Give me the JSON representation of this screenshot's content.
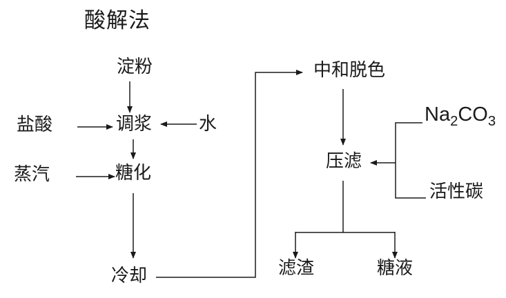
{
  "title": "酸解法",
  "nodes": {
    "starch": "淀粉",
    "hydrochloric_acid": "盐酸",
    "slurry_mixing": "调浆",
    "water": "水",
    "steam": "蒸汽",
    "saccharification": "糖化",
    "cooling": "冷却",
    "neutralize_decolor": "中和脱色",
    "press_filtration": "压滤",
    "na2co3": {
      "p1": "Na",
      "sub1": "2",
      "p2": "CO",
      "sub2": "3"
    },
    "activated_carbon": "活性碳",
    "filter_residue": "滤渣",
    "sugar_liquid": "糖液"
  },
  "diagram": {
    "type": "flowchart",
    "edges": [
      {
        "from": "淀粉",
        "to": "调浆"
      },
      {
        "from": "盐酸",
        "to": "调浆"
      },
      {
        "from": "水",
        "to": "调浆"
      },
      {
        "from": "调浆",
        "to": "糖化"
      },
      {
        "from": "蒸汽",
        "to": "糖化"
      },
      {
        "from": "糖化",
        "to": "冷却"
      },
      {
        "from": "冷却",
        "to": "中和脱色"
      },
      {
        "from": "中和脱色",
        "to": "压滤"
      },
      {
        "from": "Na2CO3",
        "to": "压滤"
      },
      {
        "from": "活性碳",
        "to": "压滤"
      },
      {
        "from": "压滤",
        "to": "滤渣"
      },
      {
        "from": "压滤",
        "to": "糖液"
      }
    ]
  },
  "colors": {
    "line": "#1a1a1a",
    "text": "#1a1a1a",
    "background": "#ffffff"
  }
}
